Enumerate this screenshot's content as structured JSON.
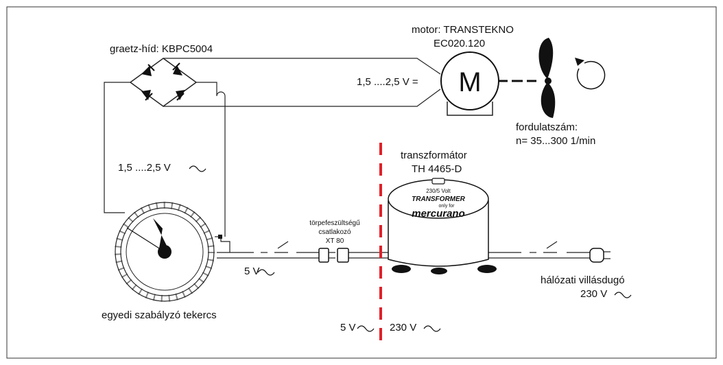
{
  "bridge": {
    "label": "graetz-híd: KBPC5004"
  },
  "motor": {
    "label_line1": "motor: TRANSTEKNO",
    "label_line2": "EC020.120",
    "letter": "M",
    "dc_voltage": "1,5 ....2,5 V ="
  },
  "fan": {
    "speed_line1": "fordulatszám:",
    "speed_line2": "n= 35...300 1/min"
  },
  "coil": {
    "ac_voltage": "1,5 ....2,5 V",
    "label": "egyedi szabályzó tekercs"
  },
  "connector": {
    "line1": "törpefeszültségű",
    "line2": "csatlakozó",
    "line3": "XT 80"
  },
  "low_side": {
    "voltage": "5 V"
  },
  "transformer": {
    "label_line1": "transzformátor",
    "label_line2": "TH 4465-D",
    "body_line1": "230/5 Volt",
    "body_line2": "TRANSFORMER",
    "body_line3": "only for",
    "body_line4": "mercurano"
  },
  "plug": {
    "label_line1": "hálózati villásdugó",
    "label_line2": "230 V"
  },
  "divider": {
    "left_voltage": "5 V",
    "right_voltage": "230 V"
  },
  "colors": {
    "divider": "#e0202a",
    "ink": "#111111",
    "frame": "#333333"
  }
}
